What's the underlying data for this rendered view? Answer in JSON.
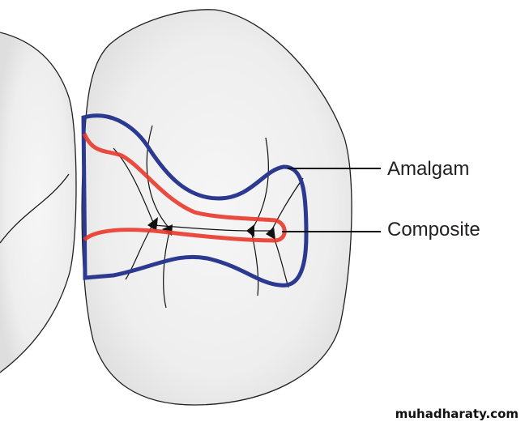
{
  "labels": {
    "amalgam": "Amalgam",
    "composite": "Composite"
  },
  "watermark": "muhadharaty.com",
  "colors": {
    "amalgam_outline": "#2b3990",
    "composite_outline": "#e8392b",
    "tooth_fill": "#ebebeb"
  }
}
